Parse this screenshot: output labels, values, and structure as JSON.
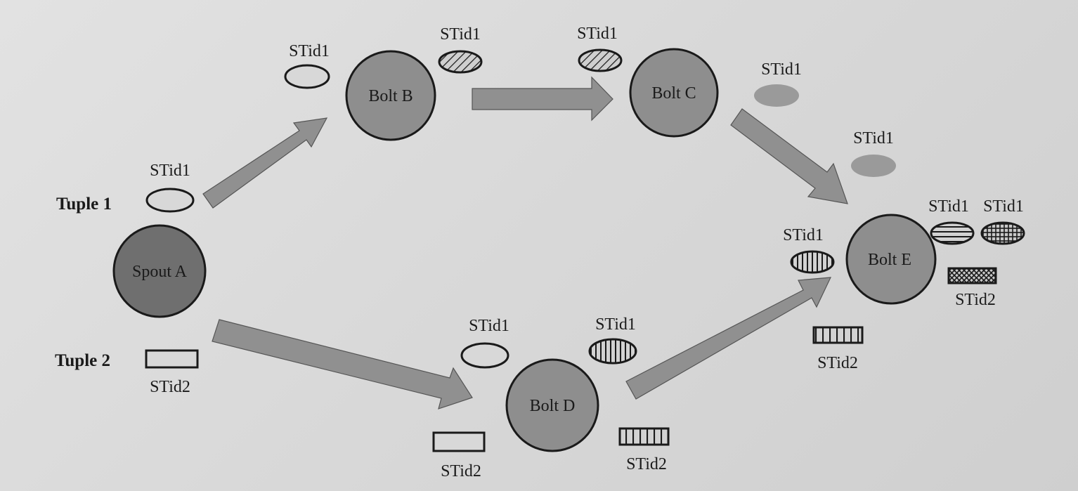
{
  "nodes": {
    "spout_a": "Spout A",
    "bolt_b": "Bolt B",
    "bolt_c": "Bolt C",
    "bolt_d": "Bolt D",
    "bolt_e": "Bolt E"
  },
  "tuples": {
    "tuple1": "Tuple 1",
    "tuple2": "Tuple 2"
  },
  "labels": {
    "stid1": "STid1",
    "stid2": "STid2"
  },
  "colors": {
    "node_fill": "#8e8e8e",
    "spout_fill": "#6f6f6f",
    "arrow_fill": "#909090",
    "solid_tuple_fill": "#9a9a9a",
    "outline": "#1a1a1a"
  }
}
